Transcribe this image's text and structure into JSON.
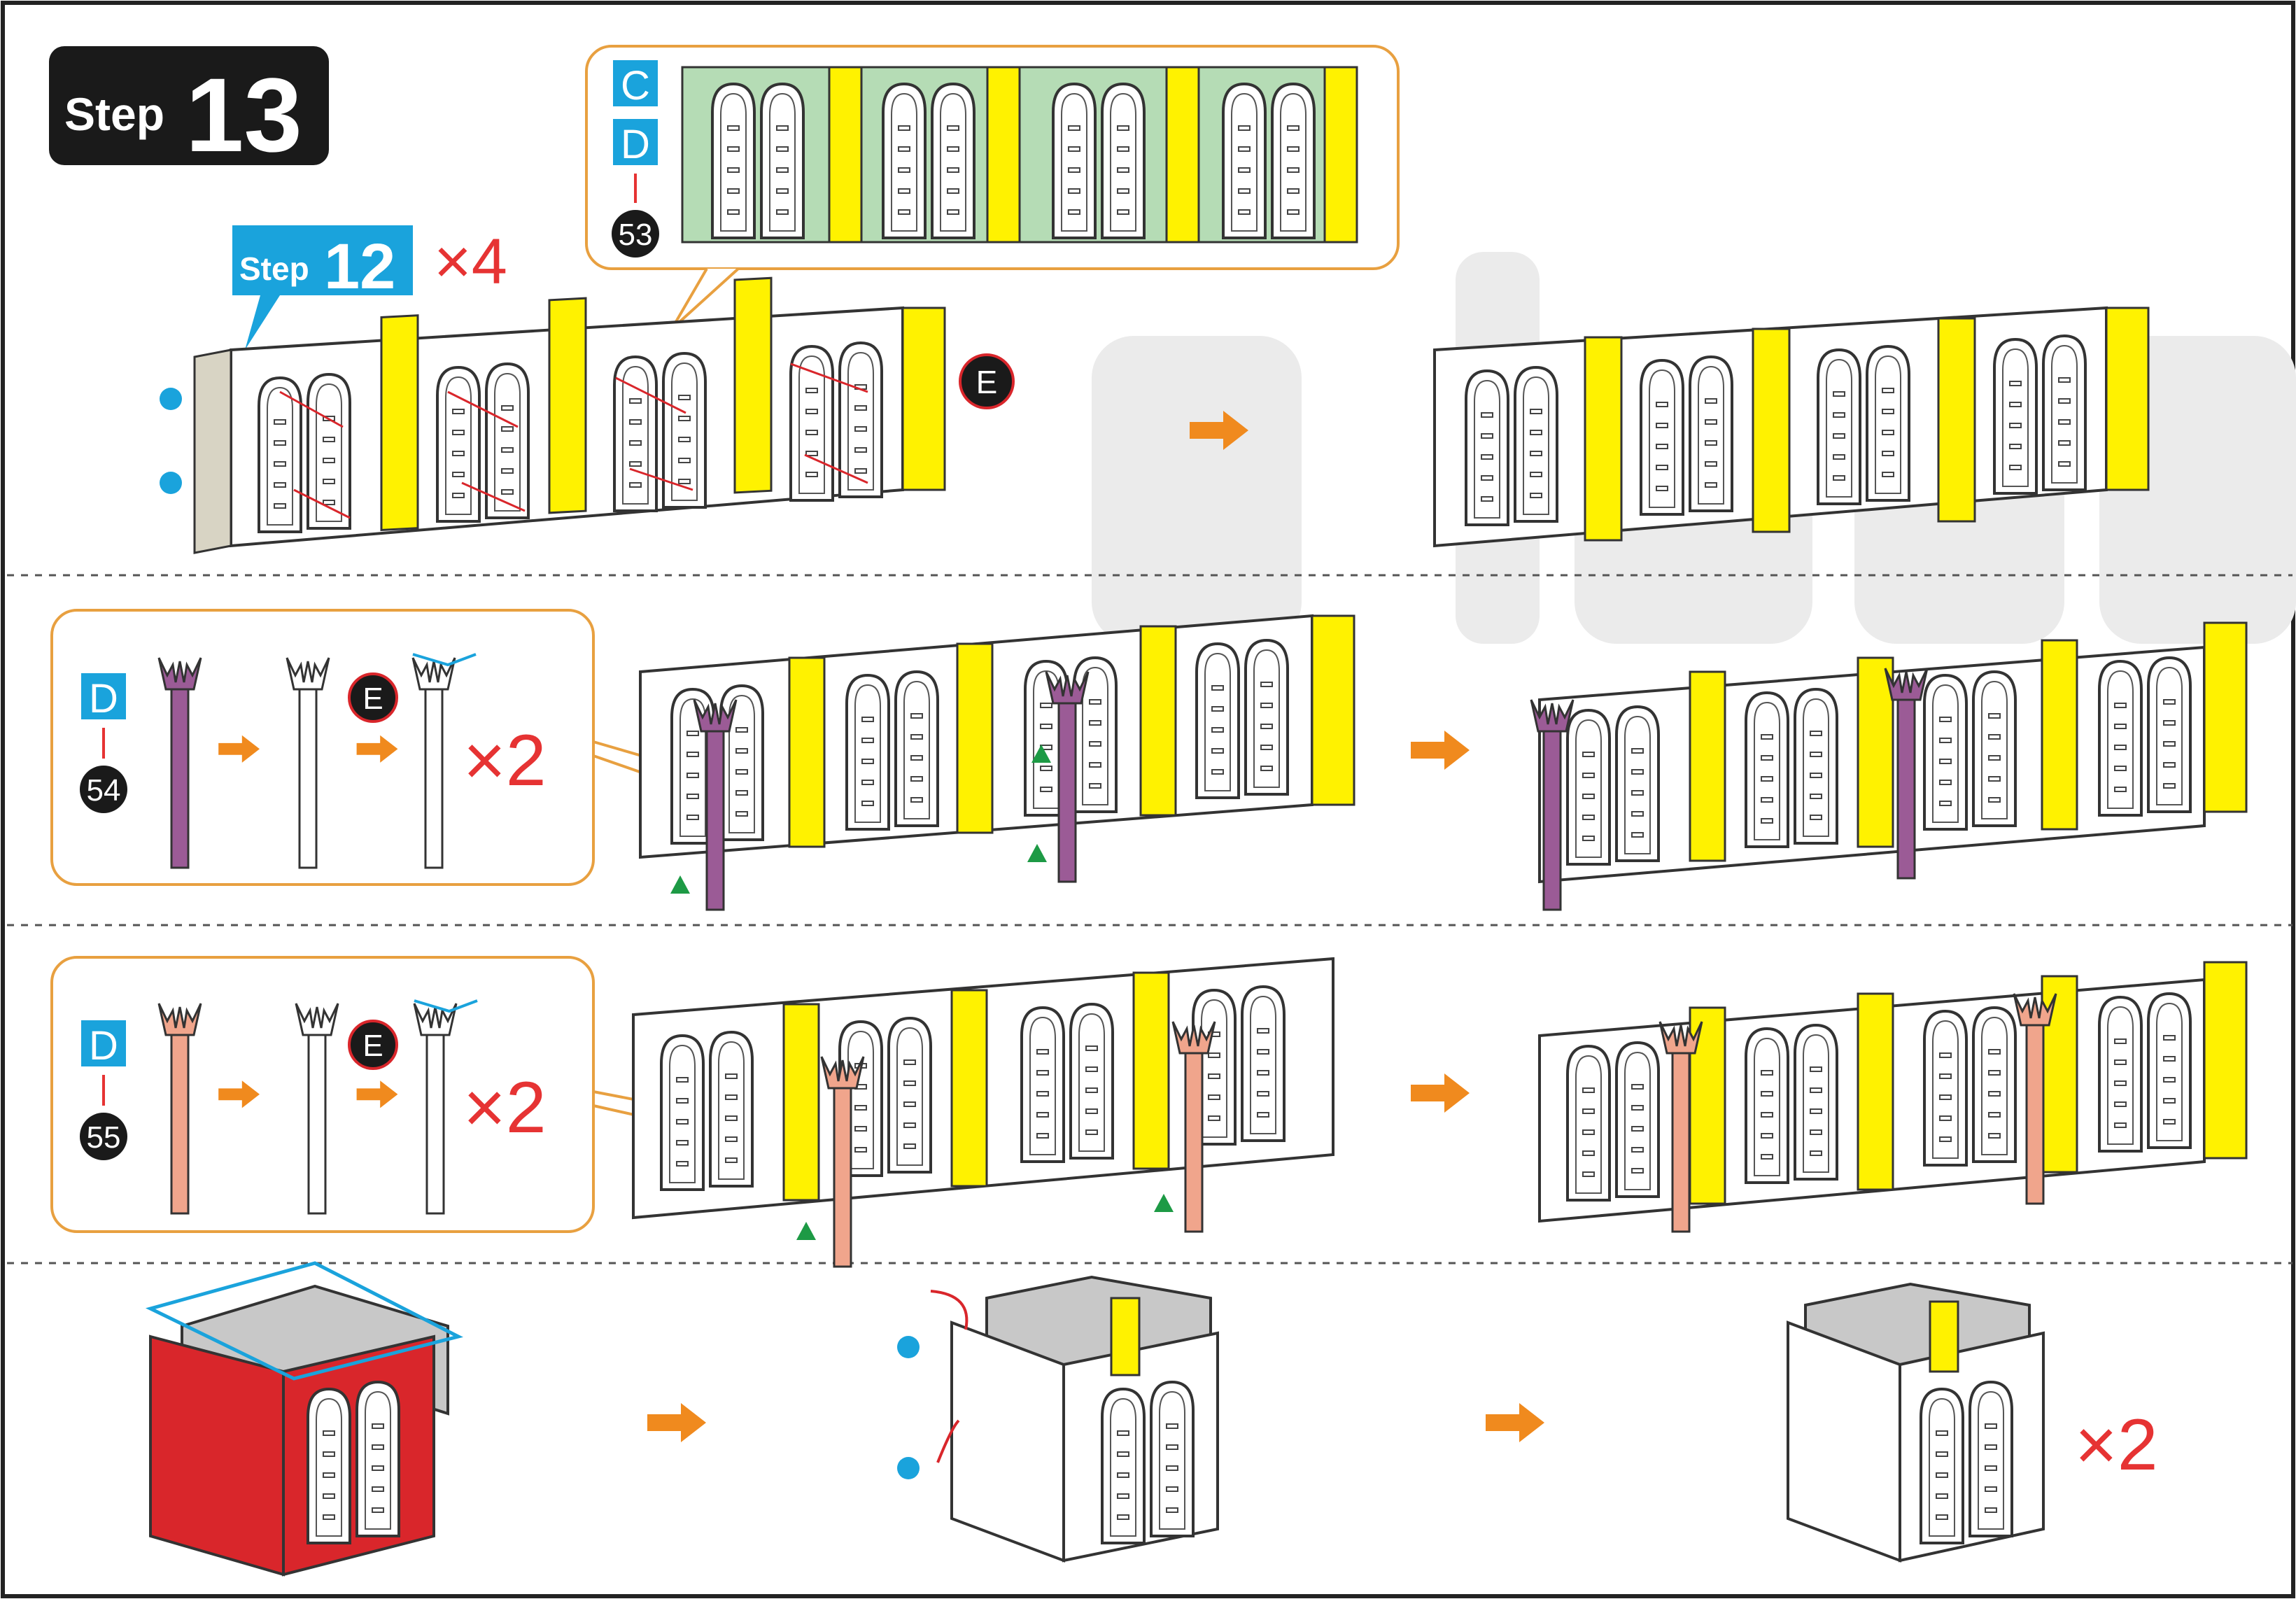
{
  "step": {
    "word": "Step",
    "number": "13"
  },
  "sub_step": {
    "word": "Step",
    "number": "12",
    "multiplier": "×4"
  },
  "rows": [
    {
      "callout": {
        "letters": [
          "C",
          "D"
        ],
        "part_number": "53"
      },
      "connector_badge": "E"
    },
    {
      "callout": {
        "letters": [
          "D"
        ],
        "part_number": "54",
        "badge": "E",
        "multiplier": "×2"
      }
    },
    {
      "callout": {
        "letters": [
          "D"
        ],
        "part_number": "55",
        "badge": "E",
        "multiplier": "×2"
      }
    },
    {
      "multiplier": "×2"
    }
  ],
  "colors": {
    "badge_black": "#1a1a1a",
    "sub_step_blue": "#1aa3dc",
    "callout_border": "#e8a040",
    "arrow_orange": "#f08a1e",
    "part_green": "#b5dcb5",
    "strip_yellow": "#fff200",
    "spire_purple": "#9b5b96",
    "spire_peach": "#f0a58c",
    "panel_red": "#d9262b",
    "multiplier_red": "#e63333",
    "dot_blue": "#1aa3dc",
    "triangle_green": "#1d9a45"
  },
  "icons": [
    "arrow-right-icon",
    "blue-dot-icon",
    "green-triangle-icon",
    "fold-arrow-icon"
  ]
}
